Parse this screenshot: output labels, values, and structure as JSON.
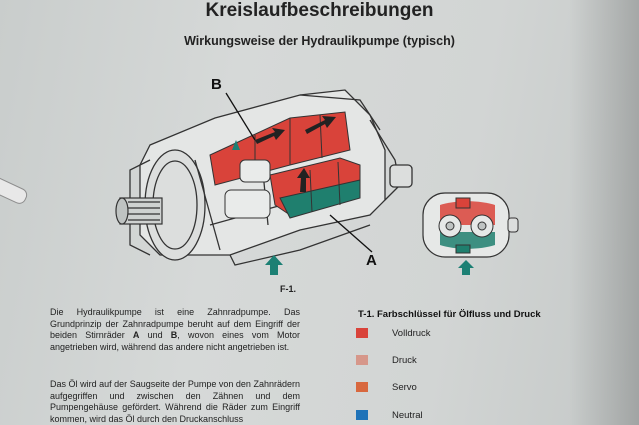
{
  "document": {
    "title": "Kreislaufbeschreibungen",
    "subtitle": "Wirkungsweise der Hydraulikpumpe (typisch)",
    "figure": {
      "label_b": "B",
      "label_a": "A",
      "caption": "F-1."
    },
    "paragraphs": {
      "p1": {
        "t1": "Die Hydraulikpumpe ist eine Zahnradpumpe. Das Grundprinzip der Zahnradpumpe beruht auf dem Eingriff der beiden Stirnräder ",
        "b1": "A",
        "t2": " und ",
        "b2": "B",
        "t3": ", wovon eines vom Motor angetrieben wird, während das andere nicht angetrieben ist."
      },
      "p2": "Das Öl wird auf der Saugseite der Pumpe von den Zahnrädern aufgegriffen und zwischen den Zähnen und dem Pumpengehäuse gefördert. Während die Räder zum Eingriff kommen, wird das Öl durch den Druckanschluss"
    },
    "legend": {
      "title": "T-1. Farbschlüssel für Ölfluss und Druck",
      "items": [
        {
          "label": "Volldruck",
          "color": "#d9433a"
        },
        {
          "label": "Druck",
          "color": "#d6978a"
        },
        {
          "label": "Servo",
          "color": "#d8683e"
        },
        {
          "label": "Neutral",
          "color": "#1f73b8"
        }
      ]
    },
    "colors": {
      "pressure_red": "#d9433a",
      "suction_teal": "#1f7f6e",
      "arrow_teal": "#1c8074"
    }
  }
}
